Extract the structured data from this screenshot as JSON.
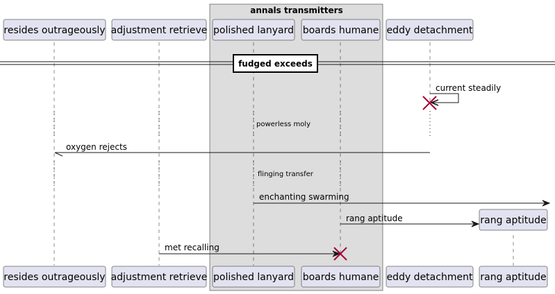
{
  "box": {
    "title": "annals transmitters"
  },
  "participants": [
    {
      "id": "p1",
      "label": "resides outrageously"
    },
    {
      "id": "p2",
      "label": "adjustment retrieve"
    },
    {
      "id": "p3",
      "label": "polished lanyard"
    },
    {
      "id": "p4",
      "label": "boards humane"
    },
    {
      "id": "p5",
      "label": "eddy detachment"
    },
    {
      "id": "p6",
      "label": "rang aptitude"
    }
  ],
  "divider": {
    "label": "fudged exceeds"
  },
  "messages": [
    {
      "label": "current steadily"
    },
    {
      "label": "oxygen rejects"
    },
    {
      "label": "enchanting swarming"
    },
    {
      "label": "rang aptitude"
    },
    {
      "label": "met recalling"
    }
  ],
  "delays": [
    {
      "label": "powerless moly"
    },
    {
      "label": "flinging transfer"
    }
  ],
  "colors": {
    "participant_fill": "#E2E2F0",
    "participant_border": "#181818",
    "box_fill": "#DDDDDD",
    "destroy_mark": "#A80036",
    "lifeline": "#181818"
  }
}
